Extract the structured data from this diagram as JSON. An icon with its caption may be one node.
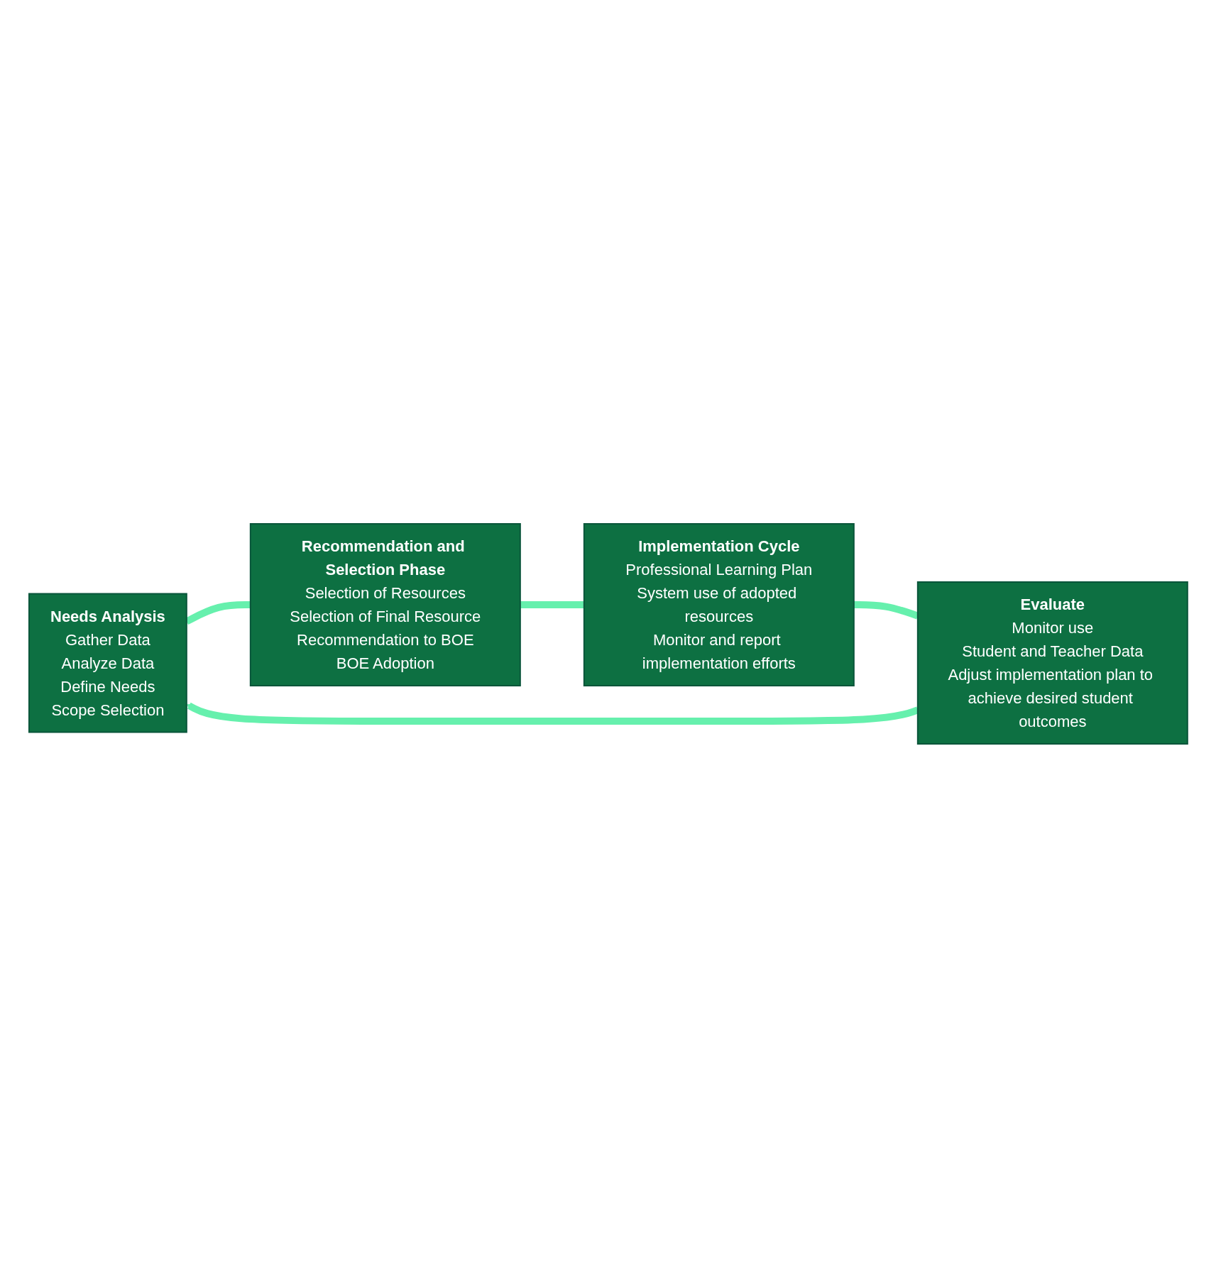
{
  "diagram": {
    "nodes": [
      {
        "text": [
          "Needs Analysis",
          "Gather Data",
          "Analyze Data",
          "Define Needs",
          "Scope Selection"
        ]
      },
      {
        "text": [
          "Recommendation and Selection Phase",
          "Selection of Resources",
          "Selection of Final Resource",
          "Recommendation to BOE",
          "BOE Adoption"
        ]
      },
      {
        "text": [
          "Implementation Cycle",
          "Professional Learning Plan",
          "System use of adopted resources",
          "Monitor and report implementation efforts"
        ]
      },
      {
        "text": [
          "Evaluate",
          "Monitor use",
          "Student and Teacher Data",
          "Adjust implementation plan to achieve desired student outcomes"
        ]
      }
    ],
    "edges": [
      {
        "from": 0,
        "to": 1,
        "arrow": "none"
      },
      {
        "from": 1,
        "to": 2,
        "arrow": "none"
      },
      {
        "from": 2,
        "to": 3,
        "arrow": "none"
      },
      {
        "from": 3,
        "to": 0,
        "arrow": "to"
      }
    ]
  }
}
